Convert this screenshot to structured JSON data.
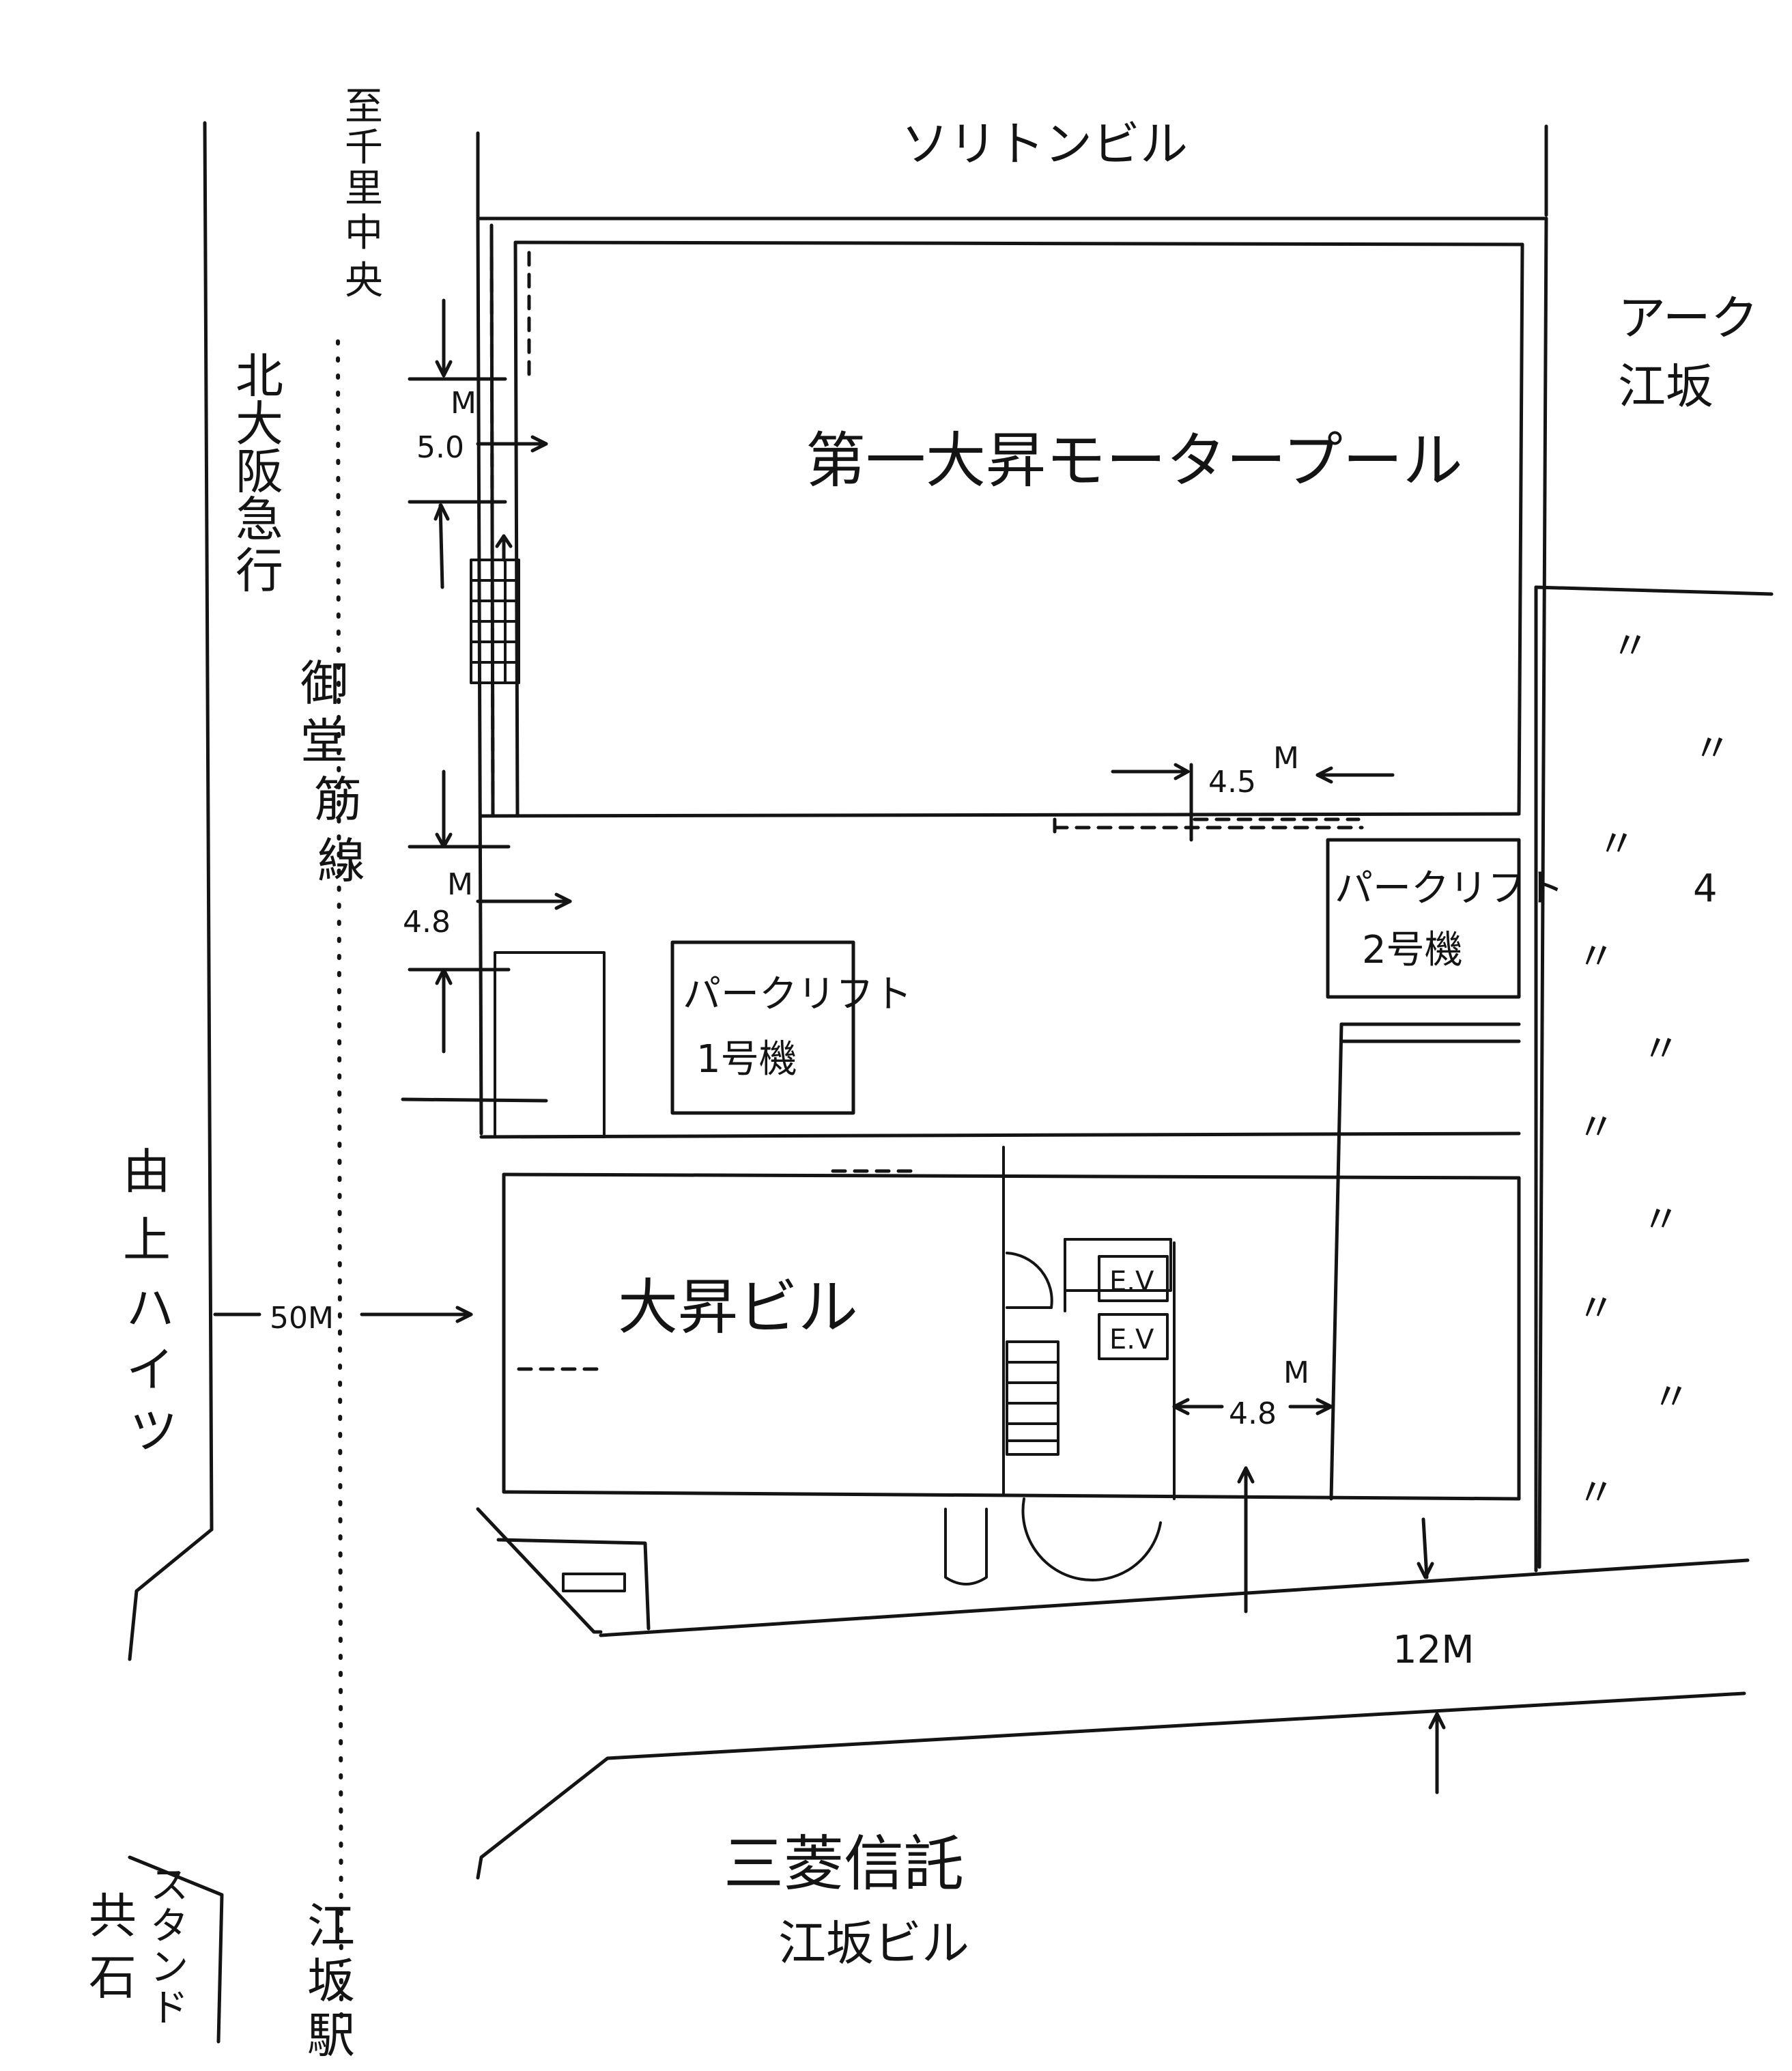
{
  "labels": {
    "soliton_bldg": "ソリトンビル",
    "arc_esaka_1": "アーク",
    "arc_esaka_2": "江坂",
    "motor_pool": "第一大昇モータープール",
    "daisho_bldg": "大昇ビル",
    "parklift1_1": "パークリフト",
    "parklift1_2": "1号機",
    "parklift2_1": "パークリフト",
    "parklift2_2": "2号機",
    "ev1": "E.V",
    "ev2": "E.V",
    "mitsubishi_1": "三菱信託",
    "mitsubishi_2": "江坂ビル",
    "yugami_heights": [
      "由",
      "上",
      "ハ",
      "イ",
      "ツ"
    ],
    "kitaosaka_kyuko": [
      "北",
      "大",
      "阪",
      "急",
      "行"
    ],
    "senri_chuo": [
      "至",
      "千",
      "里",
      "中",
      "央"
    ],
    "midosuji_line": [
      "御",
      "堂",
      "筋",
      "線"
    ],
    "esaka_station": [
      "江",
      "坂",
      "駅"
    ],
    "tomoishi": [
      "共",
      "石"
    ],
    "stand": [
      "ス",
      "タ",
      "ン",
      "ド"
    ],
    "road_width": "12M",
    "dim_50m": "50M",
    "dim_5_0": "5.0",
    "dim_4_8_left": "4.8",
    "dim_4_5": "4.5",
    "dim_4_8_bottom": "4.8",
    "m_unit": "M",
    "same_mark": "〃",
    "number_4": "4"
  }
}
